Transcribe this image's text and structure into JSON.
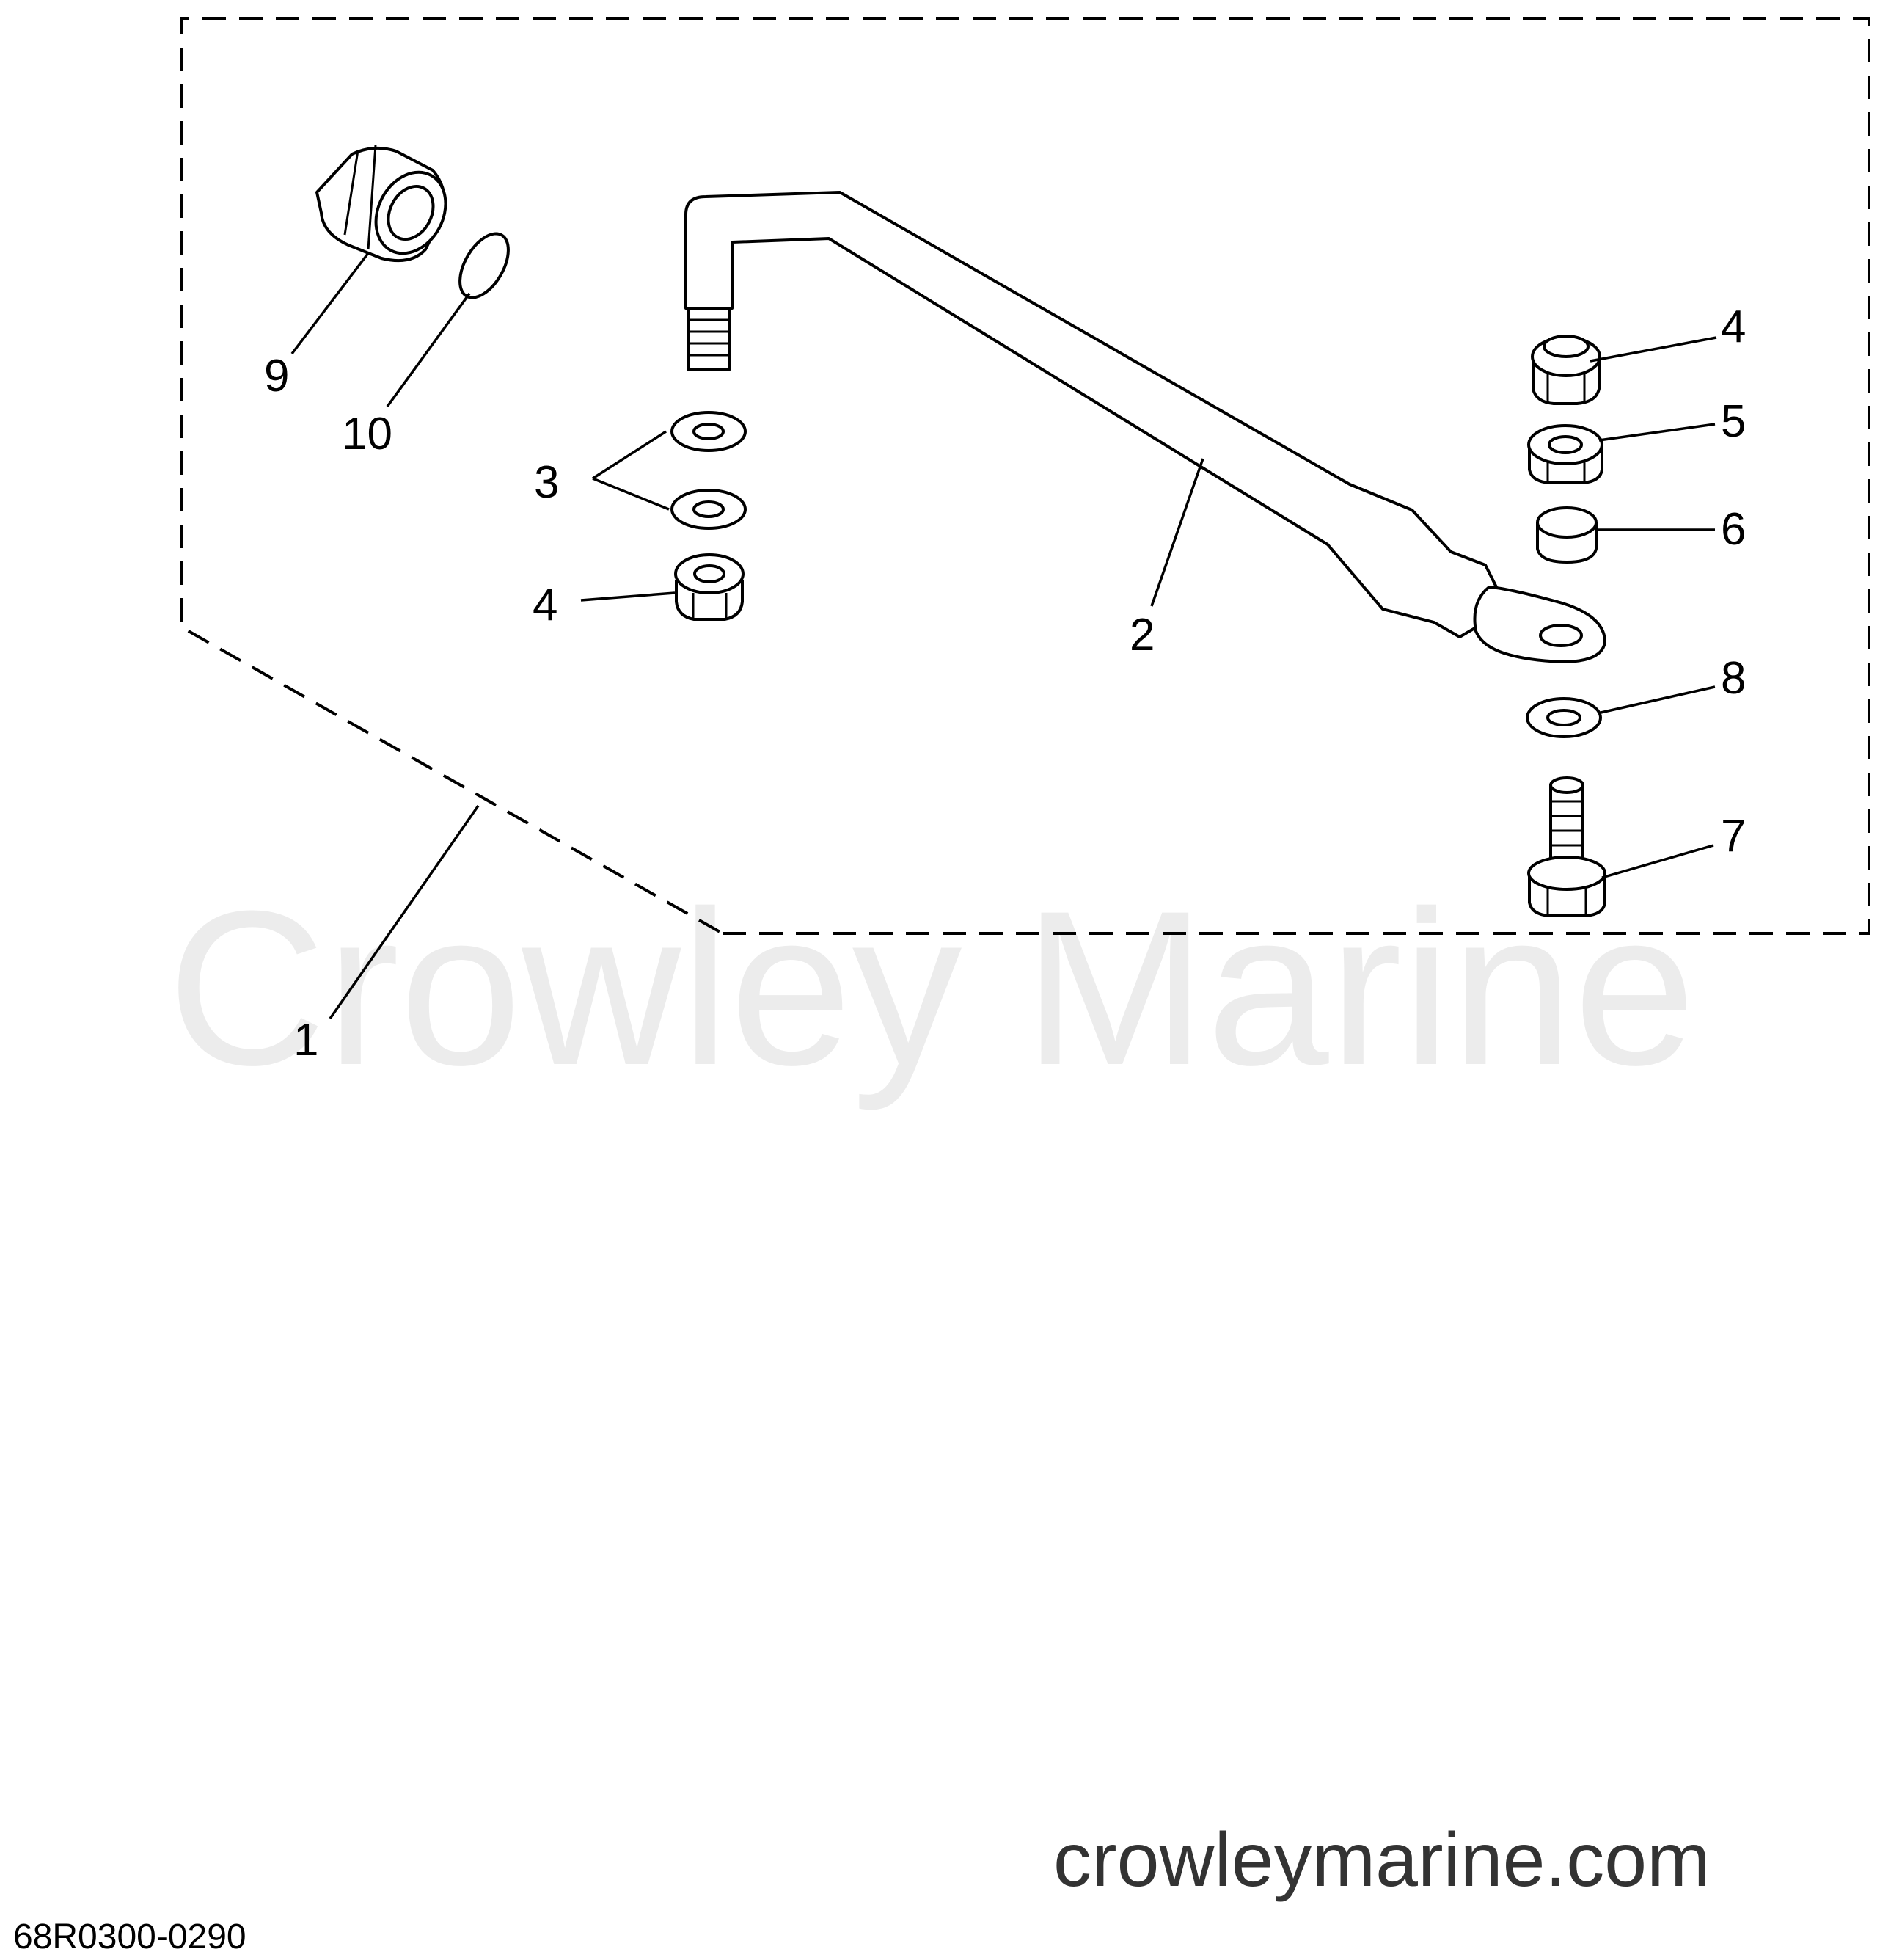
{
  "watermark": "Crowley Marine",
  "website": "crowleymarine.com",
  "diagram_code": "68R0300-0290",
  "callouts": {
    "c1": "1",
    "c2": "2",
    "c3": "3",
    "c4_left": "4",
    "c4_right": "4",
    "c5": "5",
    "c6": "6",
    "c7": "7",
    "c8": "8",
    "c9": "9",
    "c10": "10"
  }
}
